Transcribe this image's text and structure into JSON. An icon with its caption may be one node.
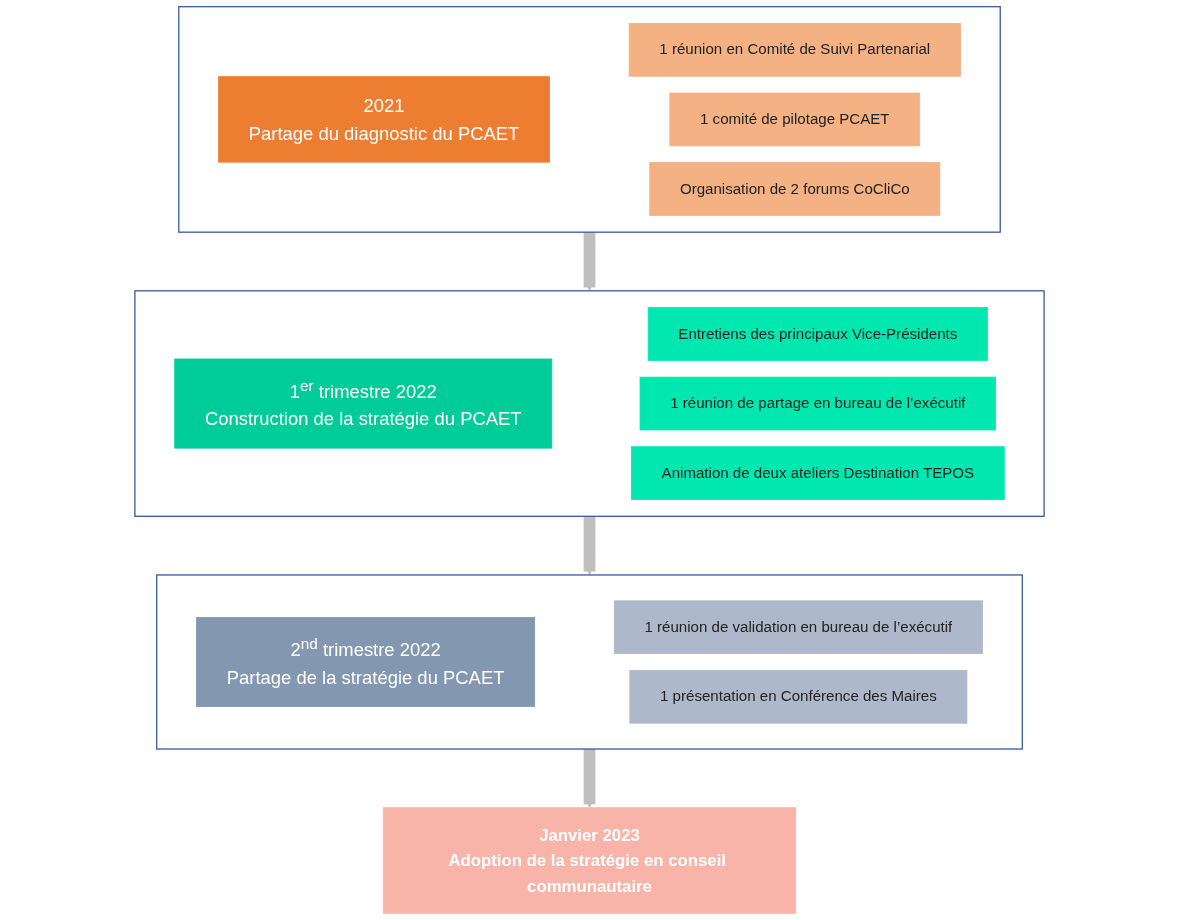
{
  "diagram": {
    "nodes": [
      {
        "text": [],
        "shape": "box"
      },
      {
        "text": [
          "2021",
          "Partage du diagnostic du PCAET"
        ],
        "in": 0
      },
      {
        "text": [
          "1 réunion en Comité de Suivi Partenarial"
        ],
        "in": 0
      },
      {
        "text": [
          "1 comité de pilotage PCAET"
        ],
        "in": 0
      },
      {
        "text": [
          "Organisation de 2 forums CoCliCo"
        ],
        "in": 0
      },
      {
        "text": [],
        "shape": "box"
      },
      {
        "text": [
          "1$^{er}$ trimestre 2022",
          "Construction de la stratégie du PCAET"
        ],
        "in": 5
      },
      {
        "text": [
          "Entretiens des principaux Vice-Présidents"
        ],
        "in": 5
      },
      {
        "text": [
          "1 réunion de partage en bureau de l’exécutif"
        ],
        "in": 5
      },
      {
        "text": [
          "Animation de deux ateliers Destination TEPOS"
        ],
        "in": 5
      },
      {
        "text": [],
        "shape": "box"
      },
      {
        "text": [
          "2$^{nd}$ trimestre 2022",
          "Partage de la stratégie du PCAET"
        ],
        "in": 10
      },
      {
        "text": [
          "1 réunion de validation en bureau de l’exécutif"
        ],
        "in": 10
      },
      {
        "text": [
          "1 présentation en Conférence des Maires"
        ],
        "in": 10
      },
      {
        "text": [
          "Janvier 2023",
          "Adoption de la stratégie en conseil communautaire"
        ]
      }
    ],
    "edges": [
      {
        "from": 0,
        "to": 5,
        "arrow": "to"
      },
      {
        "from": 5,
        "to": 10,
        "arrow": "to"
      },
      {
        "from": 10,
        "to": 14,
        "arrow": "to"
      }
    ]
  }
}
